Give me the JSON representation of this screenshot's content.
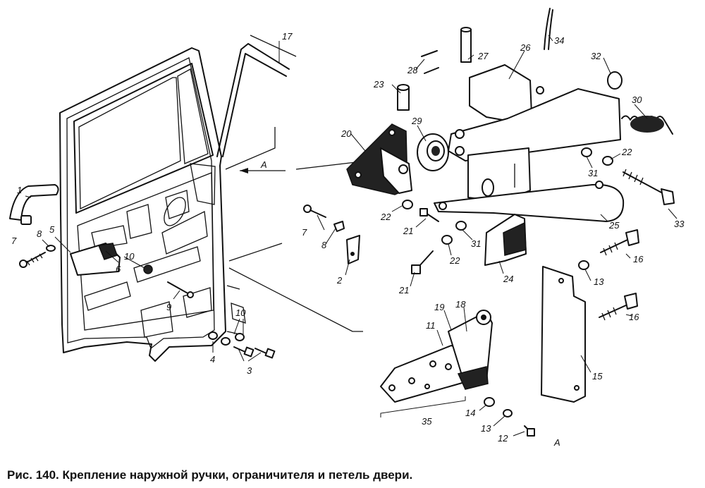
{
  "caption": "Рис. 140. Крепление наружной ручки, ограничителя и петель двери.",
  "view_marker": "A",
  "callouts": [
    {
      "id": "c1",
      "text": "1"
    },
    {
      "id": "c2",
      "text": "2"
    },
    {
      "id": "c3",
      "text": "3"
    },
    {
      "id": "c4",
      "text": "4"
    },
    {
      "id": "c5",
      "text": "5"
    },
    {
      "id": "c6",
      "text": "6"
    },
    {
      "id": "c7a",
      "text": "7"
    },
    {
      "id": "c7b",
      "text": "7"
    },
    {
      "id": "c8a",
      "text": "8"
    },
    {
      "id": "c8b",
      "text": "8"
    },
    {
      "id": "c9",
      "text": "9"
    },
    {
      "id": "c10a",
      "text": "10"
    },
    {
      "id": "c10b",
      "text": "10"
    },
    {
      "id": "c11",
      "text": "11"
    },
    {
      "id": "c12",
      "text": "12"
    },
    {
      "id": "c13a",
      "text": "13"
    },
    {
      "id": "c13b",
      "text": "13"
    },
    {
      "id": "c14",
      "text": "14"
    },
    {
      "id": "c15",
      "text": "15"
    },
    {
      "id": "c16a",
      "text": "16"
    },
    {
      "id": "c16b",
      "text": "16"
    },
    {
      "id": "c17",
      "text": "17"
    },
    {
      "id": "c18",
      "text": "18"
    },
    {
      "id": "c19",
      "text": "19"
    },
    {
      "id": "c20",
      "text": "20"
    },
    {
      "id": "c21a",
      "text": "21"
    },
    {
      "id": "c21b",
      "text": "21"
    },
    {
      "id": "c22a",
      "text": "22"
    },
    {
      "id": "c22b",
      "text": "22"
    },
    {
      "id": "c22c",
      "text": "22"
    },
    {
      "id": "c23",
      "text": "23"
    },
    {
      "id": "c24",
      "text": "24"
    },
    {
      "id": "c25",
      "text": "25"
    },
    {
      "id": "c26",
      "text": "26"
    },
    {
      "id": "c27",
      "text": "27"
    },
    {
      "id": "c28",
      "text": "28"
    },
    {
      "id": "c29",
      "text": "29"
    },
    {
      "id": "c30",
      "text": "30"
    },
    {
      "id": "c31a",
      "text": "31"
    },
    {
      "id": "c31b",
      "text": "31"
    },
    {
      "id": "c32",
      "text": "32"
    },
    {
      "id": "c33",
      "text": "33"
    },
    {
      "id": "c34",
      "text": "34"
    },
    {
      "id": "c35",
      "text": "35"
    }
  ]
}
